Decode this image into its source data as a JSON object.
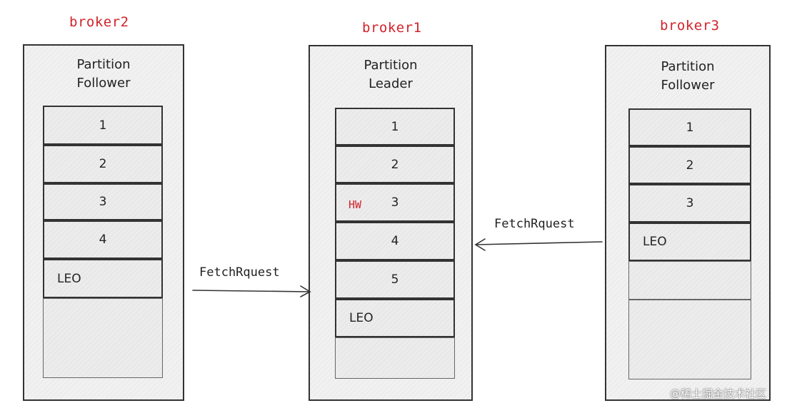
{
  "brokers": [
    {
      "id": "broker2",
      "label": "broker2",
      "title_line1": "Partition",
      "title_line2": "Follower",
      "cells": [
        "1",
        "2",
        "3",
        "4"
      ],
      "leo_label": "LEO"
    },
    {
      "id": "broker1",
      "label": "broker1",
      "title_line1": "Partition",
      "title_line2": "Leader",
      "cells": [
        "1",
        "2",
        "3",
        "4",
        "5"
      ],
      "leo_label": "LEO",
      "hw_label": "HW",
      "hw_at_cell": "3"
    },
    {
      "id": "broker3",
      "label": "broker3",
      "title_line1": "Partition",
      "title_line2": "Follower",
      "cells": [
        "1",
        "2",
        "3"
      ],
      "leo_label": "LEO"
    }
  ],
  "arrows": [
    {
      "from": "broker2",
      "to": "broker1",
      "label": "FetchRquest"
    },
    {
      "from": "broker3",
      "to": "broker1",
      "label": "FetchRquest"
    }
  ],
  "watermark": "@稀土掘金技术社区",
  "colors": {
    "accent_red": "#d1232a",
    "stroke": "#333333",
    "fill": "#f1f1f1"
  }
}
